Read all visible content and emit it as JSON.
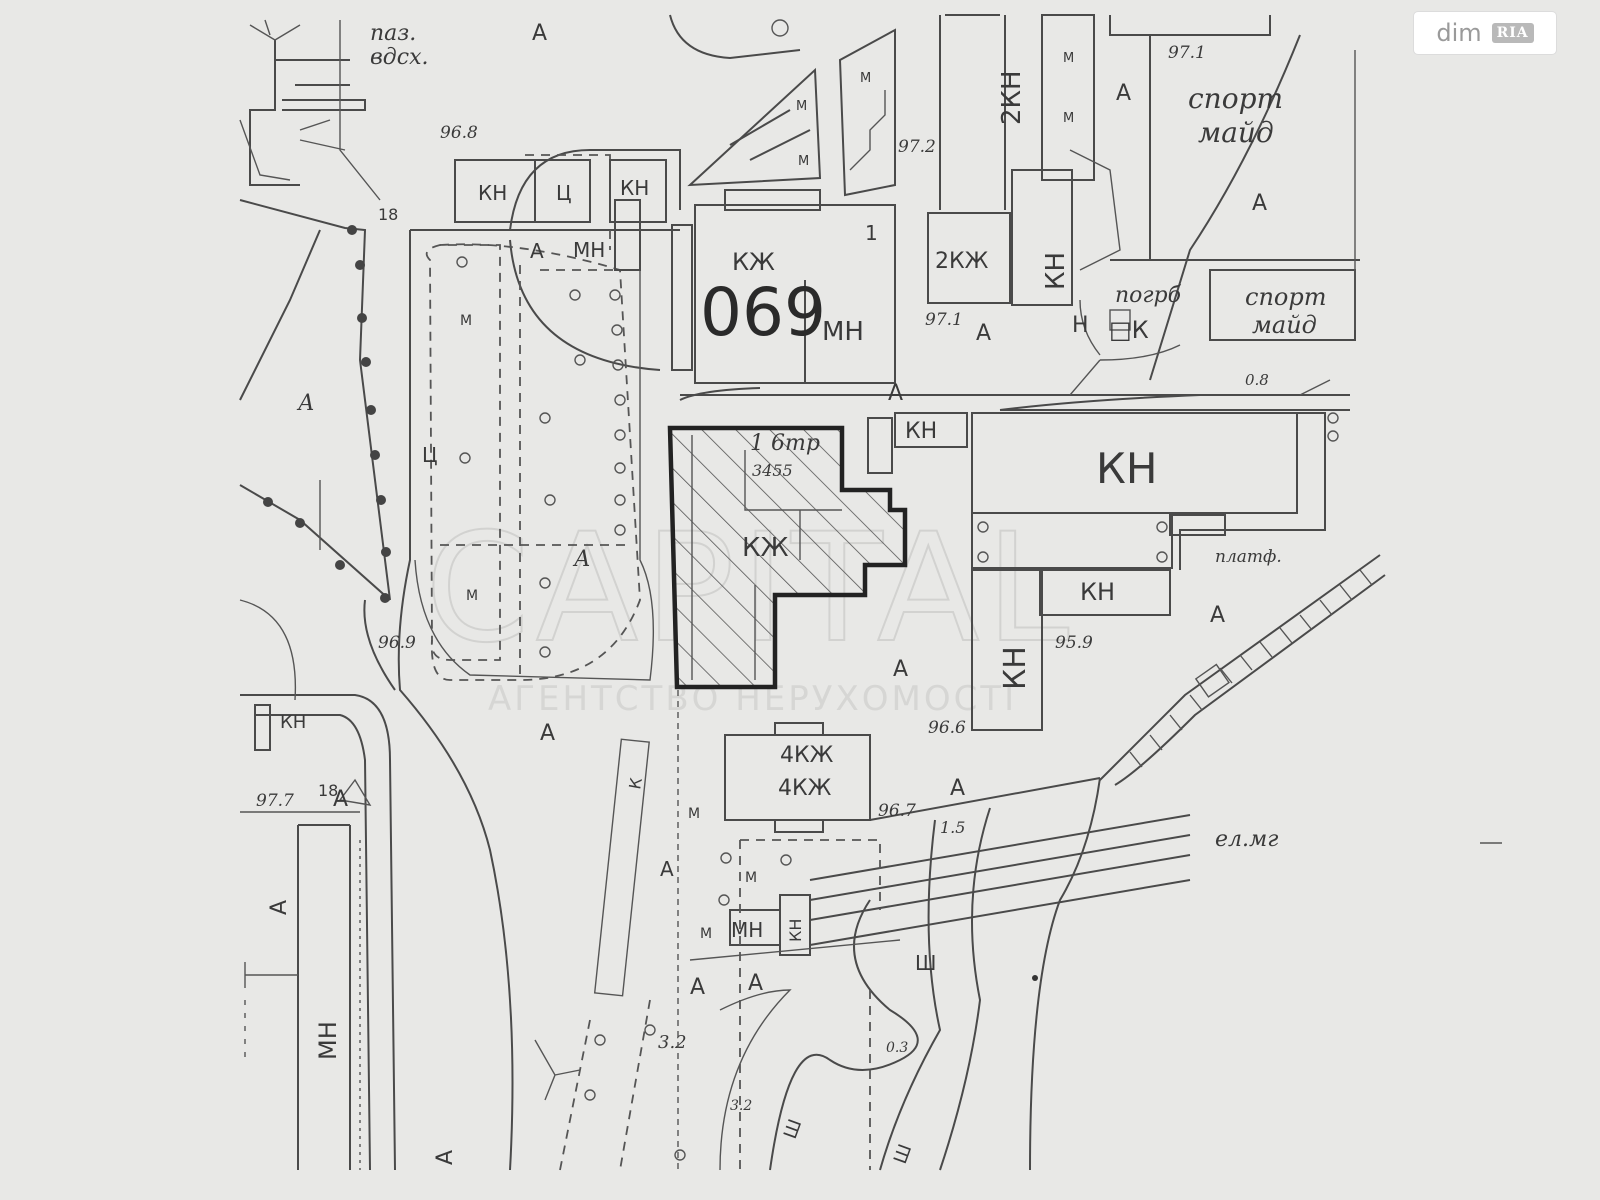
{
  "map": {
    "block_number": "069",
    "parcel": {
      "label_top": "1 6тр",
      "label_code": "3455",
      "label_center": "КЖ"
    },
    "watermark": {
      "main": "CAPITAL",
      "sub": "АГЕНТСТВО НЕРУХОМОСТІ"
    },
    "labels": {
      "pazvsx_1": "паз.",
      "pazvsx_2": "вдсх.",
      "sport_1a": "спорт",
      "sport_1b": "майд",
      "sport_2a": "спорт",
      "sport_2b": "майд",
      "pogreb": "погрб",
      "platf": "платф.",
      "elmg": "ел.мг",
      "kn": "КН",
      "kzh": "КЖ",
      "mn": "МН",
      "ts": "Ц",
      "a": "А",
      "m": "М",
      "h": "Н",
      "k": "К",
      "sh": "Ш",
      "two_kn": "2КН",
      "two_kzh": "2КЖ",
      "four_kzh": "4КЖ",
      "one": "1",
      "okn": "□К",
      "e968": "96.8",
      "e971a": "97.1",
      "e971b": "97.1",
      "e972": "97.2",
      "e969": "96.9",
      "e977": "97.7",
      "e959": "95.9",
      "e966": "96.6",
      "e967": "96.7",
      "e18a": "18",
      "e18b": "18",
      "e08": "0.8",
      "e15": "1.5",
      "e32a": "3.2",
      "e32b": "3.2",
      "e03": "0.3"
    }
  },
  "brand": {
    "dim": "dim",
    "ria": "RIA"
  }
}
